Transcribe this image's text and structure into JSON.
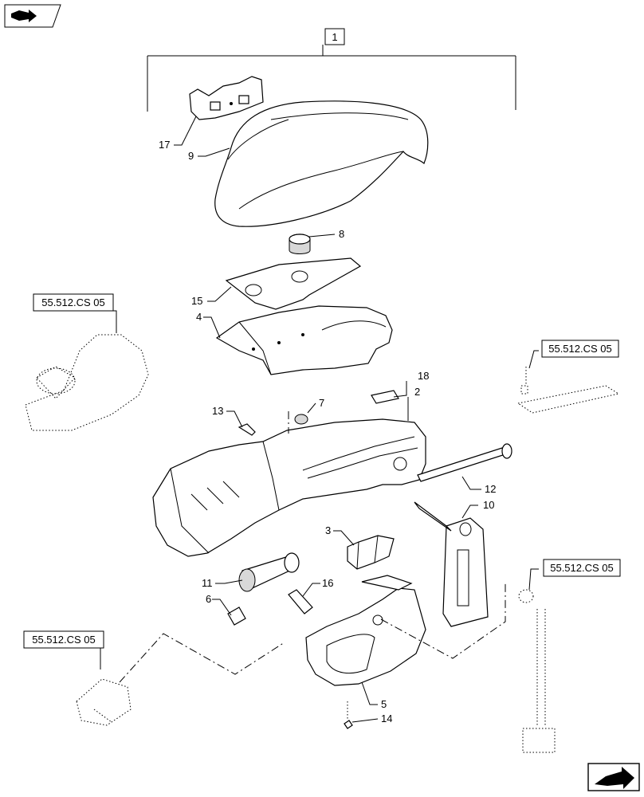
{
  "assembly_number": "1",
  "callouts": [
    {
      "id": "17",
      "text": "17"
    },
    {
      "id": "9",
      "text": "9"
    },
    {
      "id": "8",
      "text": "8"
    },
    {
      "id": "15",
      "text": "15"
    },
    {
      "id": "4",
      "text": "4"
    },
    {
      "id": "18",
      "text": "18"
    },
    {
      "id": "2",
      "text": "2"
    },
    {
      "id": "7",
      "text": "7"
    },
    {
      "id": "13",
      "text": "13"
    },
    {
      "id": "12",
      "text": "12"
    },
    {
      "id": "10",
      "text": "10"
    },
    {
      "id": "3",
      "text": "3"
    },
    {
      "id": "11",
      "text": "11"
    },
    {
      "id": "6",
      "text": "6"
    },
    {
      "id": "16",
      "text": "16"
    },
    {
      "id": "5",
      "text": "5"
    },
    {
      "id": "14",
      "text": "14"
    }
  ],
  "references": [
    {
      "id": "ref-left-top",
      "text": "55.512.CS 05"
    },
    {
      "id": "ref-right-top",
      "text": "55.512.CS 05"
    },
    {
      "id": "ref-right-bottom",
      "text": "55.512.CS 05"
    },
    {
      "id": "ref-left-bottom",
      "text": "55.512.CS 05"
    }
  ],
  "icons": {
    "top_left": "previous-page-arrow-icon",
    "bottom_right": "next-page-arrow-icon"
  }
}
